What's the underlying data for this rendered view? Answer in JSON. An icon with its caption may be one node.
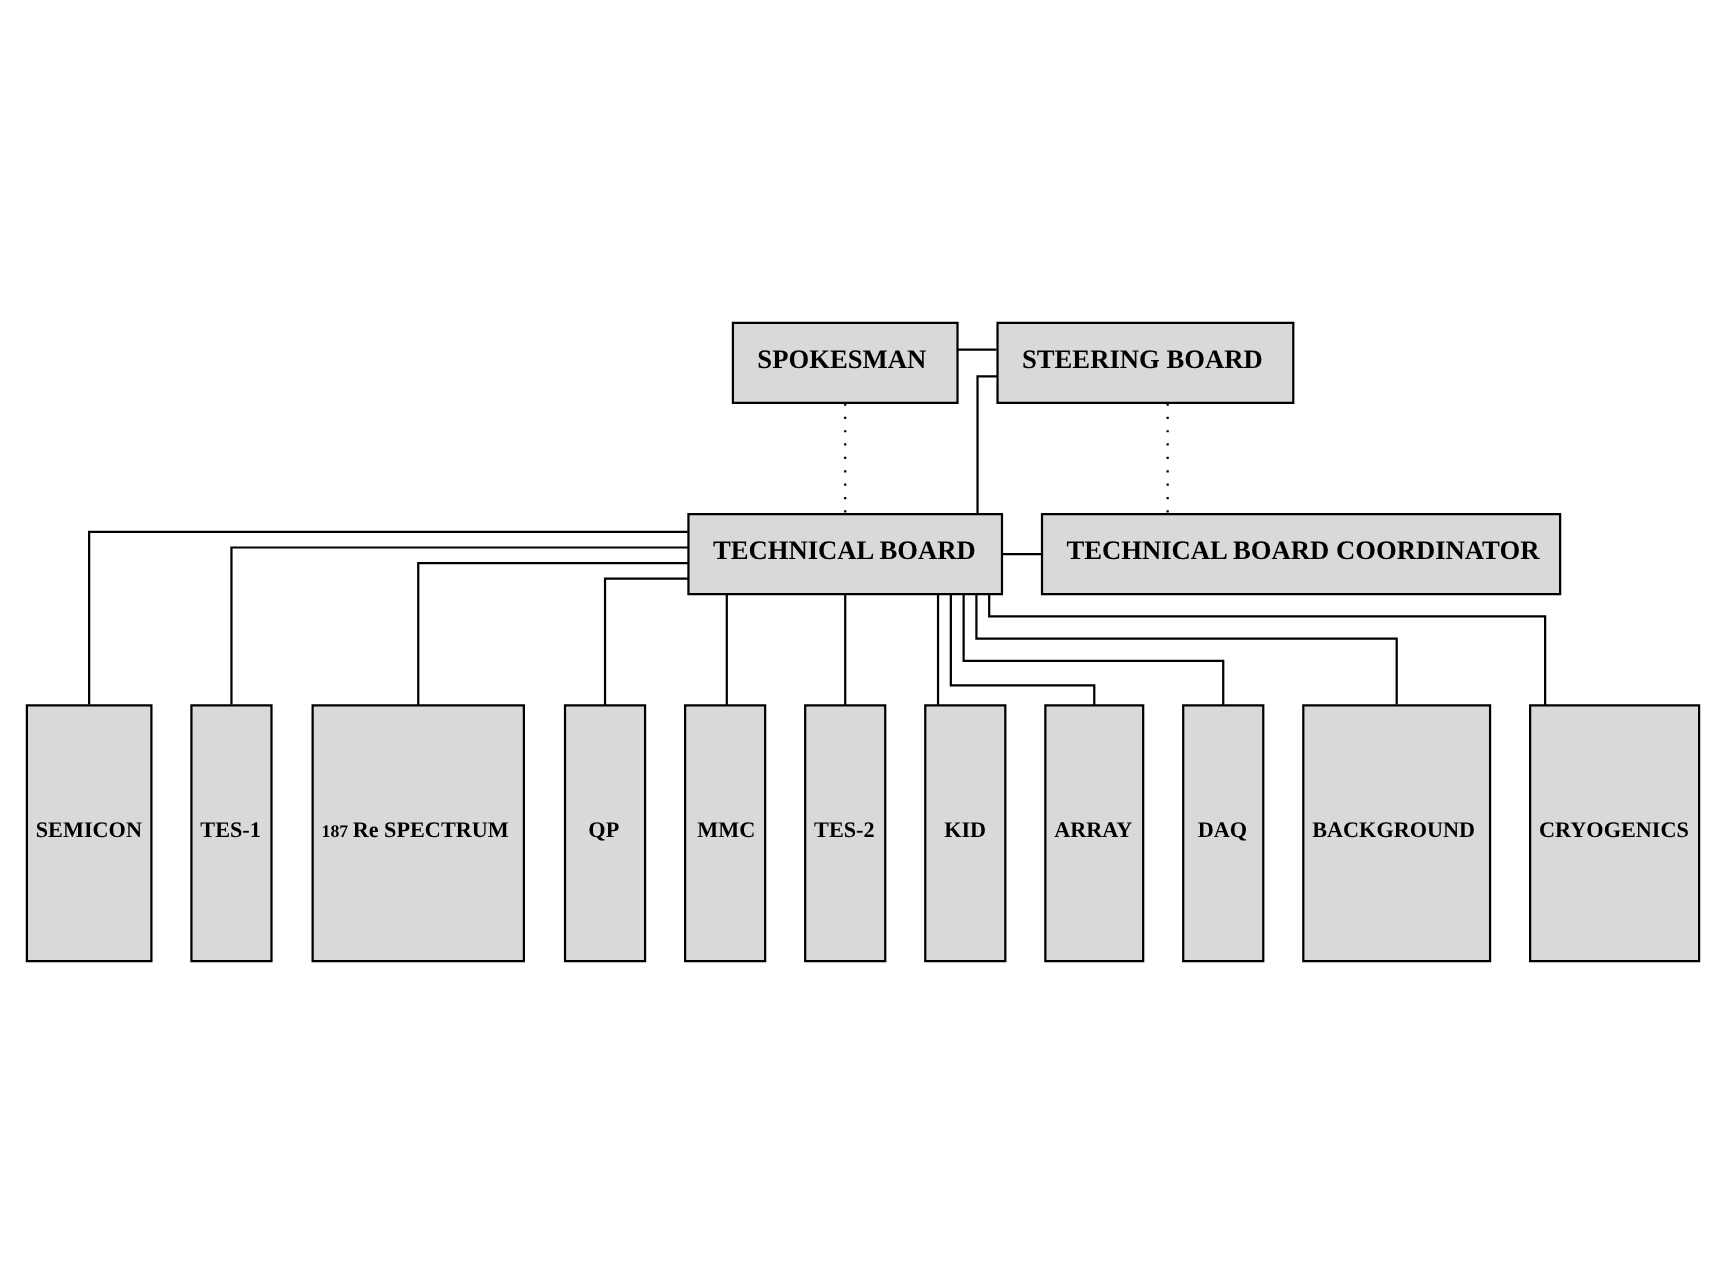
{
  "diagram": {
    "nodes": [
      {
        "text": [
          "SPOKESMAN"
        ]
      },
      {
        "text": [
          "STEERING BOARD"
        ]
      },
      {
        "text": [
          "TECHNICAL BOARD"
        ]
      },
      {
        "text": [
          "TECHNICAL BOARD COORDINATOR"
        ]
      },
      {
        "text": [
          "SEMICON"
        ]
      },
      {
        "text": [
          "TES-1"
        ]
      },
      {
        "text": [
          "$^{187}$Re SPECTRUM"
        ]
      },
      {
        "text": [
          "QP"
        ]
      },
      {
        "text": [
          "MMC"
        ]
      },
      {
        "text": [
          "TES-2"
        ]
      },
      {
        "text": [
          "KID"
        ]
      },
      {
        "text": [
          "ARRAY"
        ]
      },
      {
        "text": [
          "DAQ"
        ]
      },
      {
        "text": [
          "BACKGROUND"
        ]
      },
      {
        "text": [
          "CRYOGENICS"
        ]
      }
    ],
    "edges": [
      {
        "from": 0,
        "to": 1,
        "arrow": "none"
      },
      {
        "from": 1,
        "to": 2,
        "arrow": "none"
      },
      {
        "from": 0,
        "to": 2,
        "arrow": "none",
        "style": "dashed"
      },
      {
        "from": 1,
        "to": 3,
        "arrow": "none",
        "style": "dashed"
      },
      {
        "from": 2,
        "to": 3,
        "arrow": "none"
      },
      {
        "from": 2,
        "to": 4,
        "arrow": "none"
      },
      {
        "from": 2,
        "to": 5,
        "arrow": "none"
      },
      {
        "from": 2,
        "to": 6,
        "arrow": "none"
      },
      {
        "from": 2,
        "to": 7,
        "arrow": "none"
      },
      {
        "from": 2,
        "to": 8,
        "arrow": "none"
      },
      {
        "from": 2,
        "to": 9,
        "arrow": "none"
      },
      {
        "from": 2,
        "to": 10,
        "arrow": "none"
      },
      {
        "from": 2,
        "to": 11,
        "arrow": "none"
      },
      {
        "from": 2,
        "to": 12,
        "arrow": "none"
      },
      {
        "from": 2,
        "to": 13,
        "arrow": "none"
      },
      {
        "from": 2,
        "to": 14,
        "arrow": "none"
      }
    ]
  }
}
